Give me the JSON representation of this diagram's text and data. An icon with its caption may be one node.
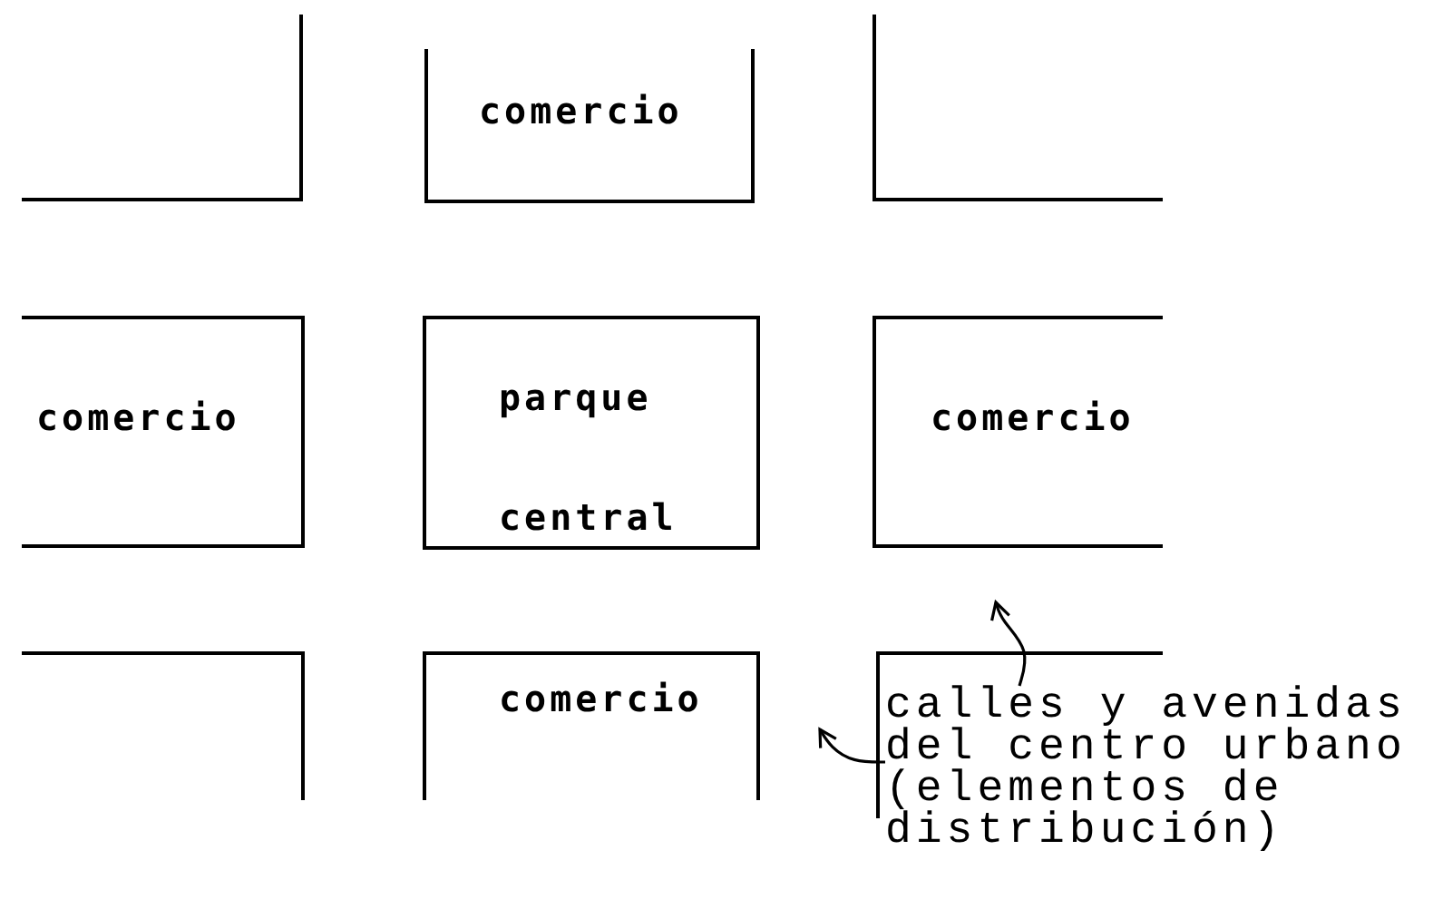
{
  "diagram": {
    "nodes": [
      {
        "text": [],
        "shape": "box"
      },
      {
        "text": [
          "comercio"
        ]
      },
      {
        "text": [],
        "shape": "box"
      },
      {
        "text": [
          "comercio"
        ]
      },
      {
        "text": [
          "parque central"
        ]
      },
      {
        "text": [
          "comercio"
        ]
      },
      {
        "text": [],
        "shape": "box"
      },
      {
        "text": [
          "comercio"
        ]
      },
      {
        "text": [],
        "shape": "box"
      },
      {
        "text": [
          "calles y avenidas del centro urbano (elementos de distribución)"
        ]
      }
    ],
    "edges": [
      {
        "from": 9,
        "to": null,
        "arrow": "to"
      },
      {
        "from": 9,
        "to": null,
        "arrow": "to"
      }
    ]
  }
}
